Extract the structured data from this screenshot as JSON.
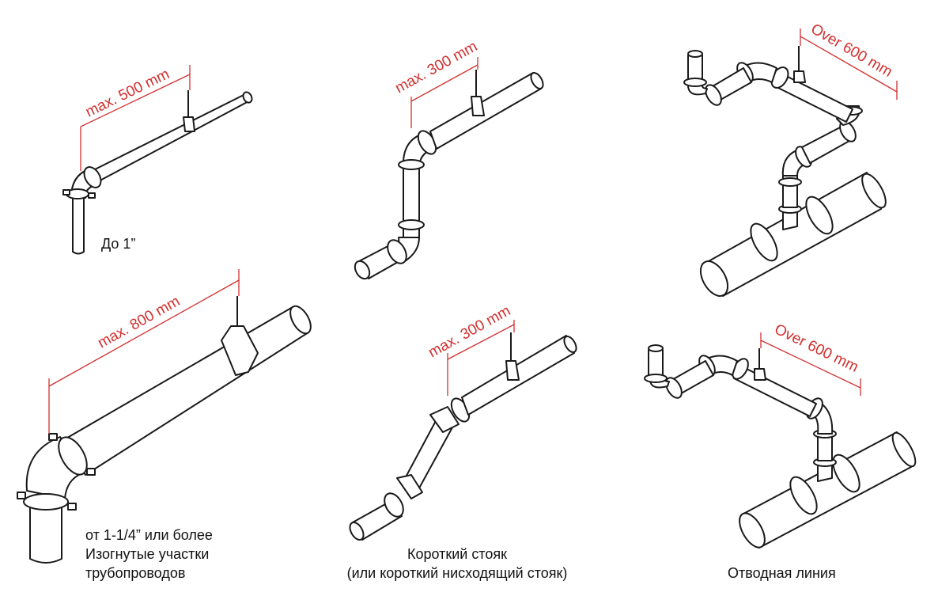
{
  "panels": {
    "small_pipe": {
      "dimension": "max. 500 mm",
      "caption": "До 1”"
    },
    "large_pipe": {
      "dimension": "max. 800 mm",
      "caption_lines": [
        "от 1-1/4” или более",
        "Изогнутые участки",
        "трубопроводов"
      ]
    },
    "riser_top": {
      "dimension": "max. 300 mm"
    },
    "riser_bottom": {
      "dimension": "max. 300 mm",
      "caption_lines": [
        "Короткий стояк",
        "(или короткий нисходящий стояк)"
      ]
    },
    "branch_top": {
      "dimension": "Over 600 mm"
    },
    "branch_bottom": {
      "dimension": "Over 600 mm",
      "caption": "Отводная линия"
    }
  },
  "colors": {
    "dimension": "#d32f2f",
    "line": "#1a1a1a"
  }
}
